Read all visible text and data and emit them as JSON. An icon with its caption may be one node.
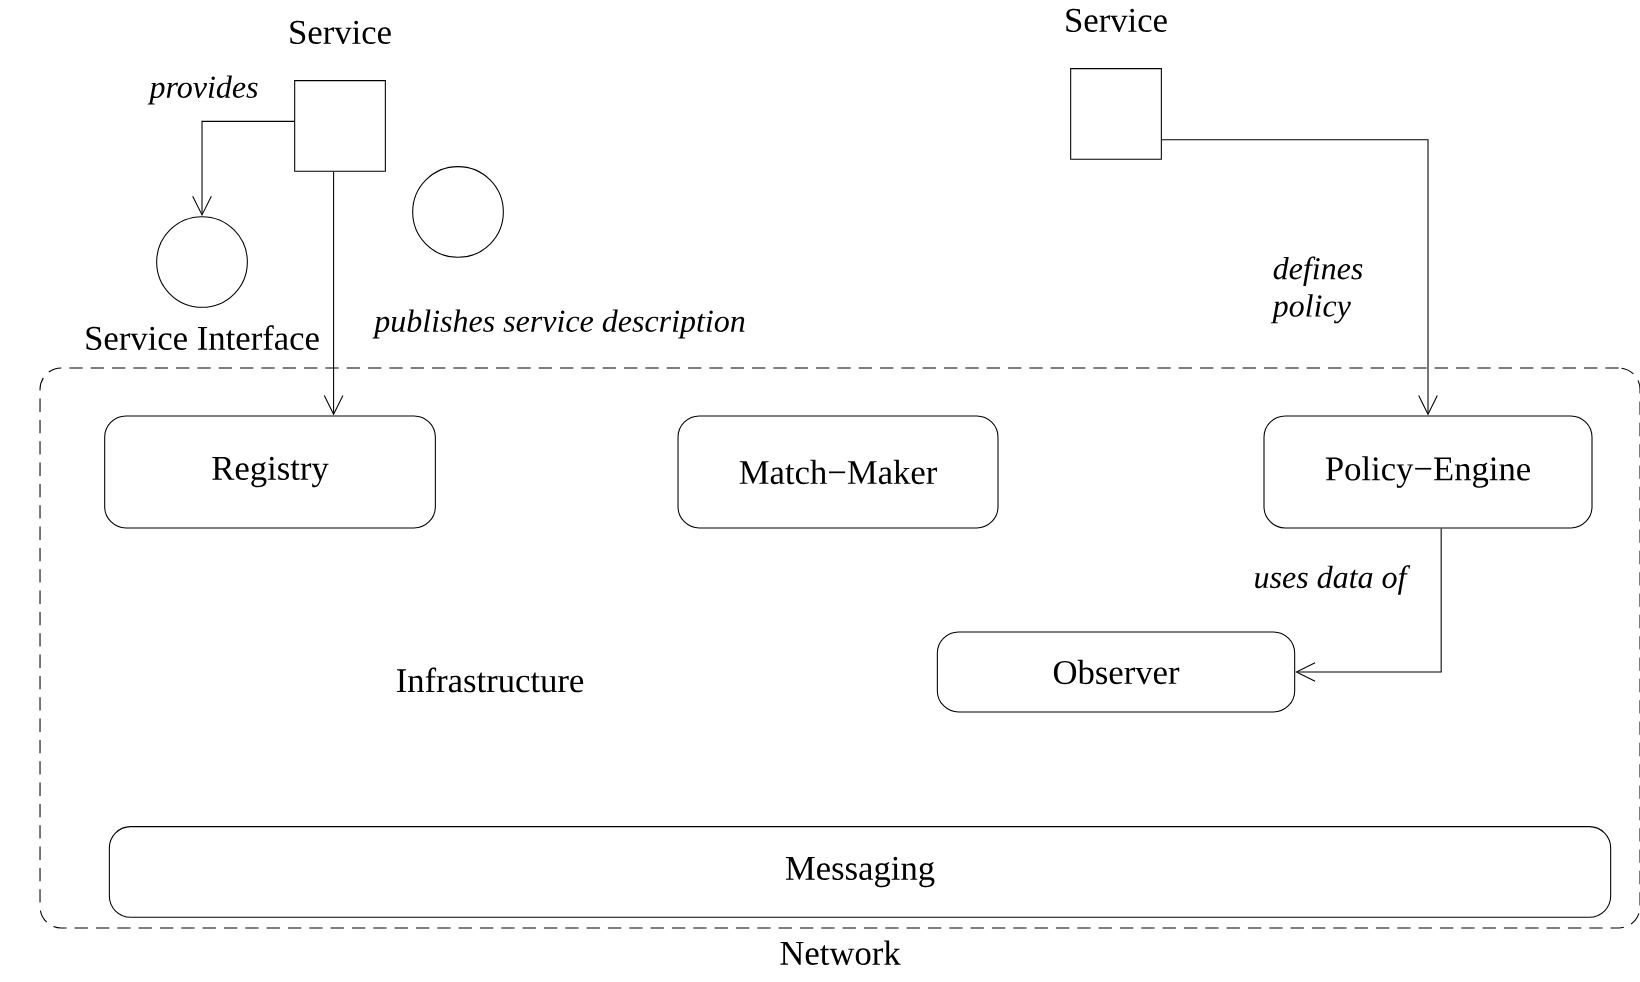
{
  "diagram": {
    "nodes": [
      {
        "text": [
          "Service"
        ]
      },
      {
        "text": [
          "Service Interface"
        ]
      },
      {
        "text": [],
        "shape": "circle"
      },
      {
        "text": [
          "Service"
        ]
      },
      {
        "text": [
          "Infrastructure"
        ],
        "beside": [
          "Network"
        ]
      },
      {
        "text": [
          "Registry"
        ],
        "in": 4
      },
      {
        "text": [
          "Match−Maker"
        ],
        "in": 4
      },
      {
        "text": [
          "Policy−Engine"
        ],
        "in": 4
      },
      {
        "text": [
          "Observer"
        ],
        "in": 4
      },
      {
        "text": [
          "Messaging"
        ],
        "in": 4
      }
    ],
    "edges": [
      {
        "from": 0,
        "to": 1,
        "arrow": "to",
        "label": "provides"
      },
      {
        "from": 0,
        "to": 5,
        "arrow": "to",
        "label": "publishes service description"
      },
      {
        "from": 3,
        "to": 7,
        "arrow": "to",
        "label": "defines policy"
      },
      {
        "from": 7,
        "to": 8,
        "arrow": "to",
        "label": "uses data of"
      }
    ]
  }
}
